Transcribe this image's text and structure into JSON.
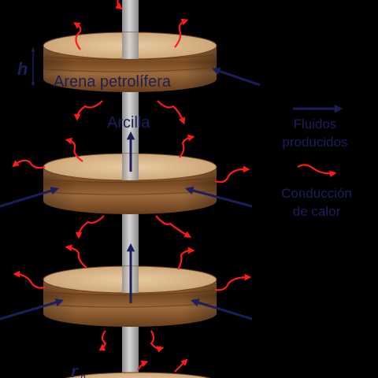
{
  "labels": {
    "sand": "Arena petrolífera",
    "clay": "Arcilla",
    "thickness": "h",
    "bottom_symbol": "r",
    "bottom_subscript": "h"
  },
  "legend": {
    "fluids_line1": "Fluidos",
    "fluids_line2": "producidos",
    "heat_line1": "Conducción",
    "heat_line2": "de calor"
  },
  "colors": {
    "background": "#000000",
    "label": "#1b1e5a",
    "fluid_arrow": "#1b1e5a",
    "heat_arrow": "#ff1a1a",
    "well": "#b8b8b8",
    "sand_side": "#8b5a2b",
    "sand_top": "#d9b88c"
  }
}
